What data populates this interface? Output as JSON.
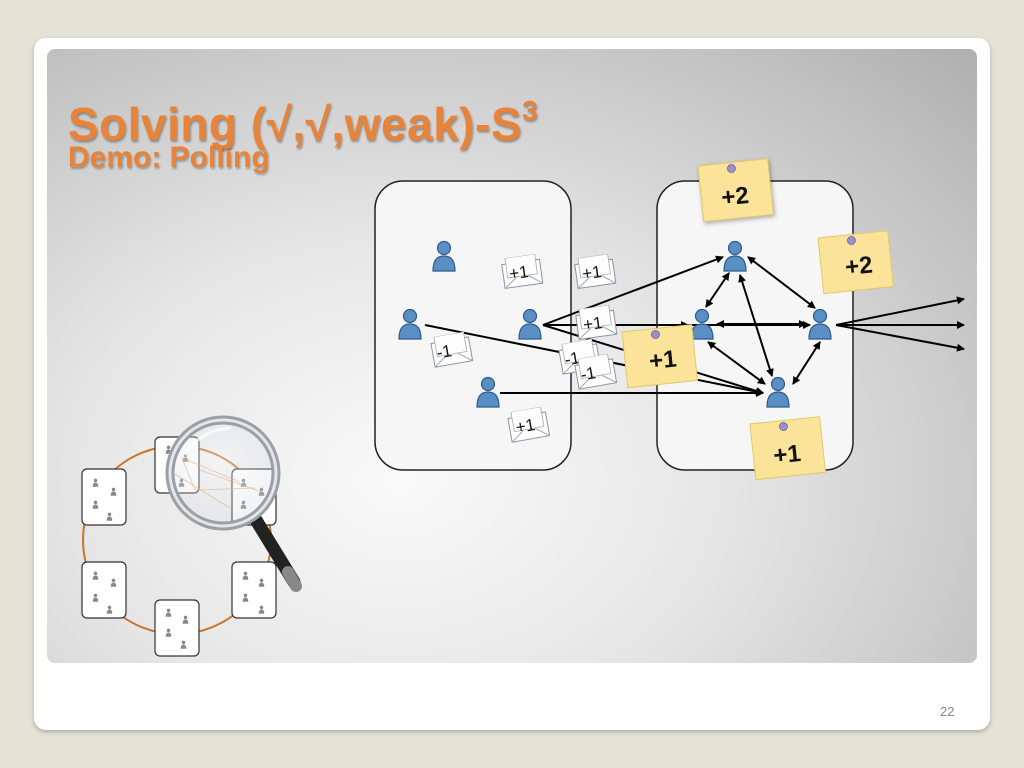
{
  "slide": {
    "title": "Solving (√,√,weak)-S",
    "title_superscript": "3",
    "subtitle": "Demo: Polling",
    "page_number": "22"
  },
  "envelopes": [
    "+1",
    "+1",
    "-1",
    "+1",
    "-1",
    "-1",
    "+1"
  ],
  "notes": [
    "+2",
    "+2",
    "+1",
    "+1"
  ],
  "colors": {
    "title": "#e8833a",
    "person": "#5a8fc6",
    "note": "#fbe49a",
    "ring": "#c8752a"
  },
  "icons": {
    "person": "person-icon",
    "envelope": "envelope-icon",
    "note": "sticky-note-icon",
    "magnifier": "magnifying-glass-icon"
  }
}
